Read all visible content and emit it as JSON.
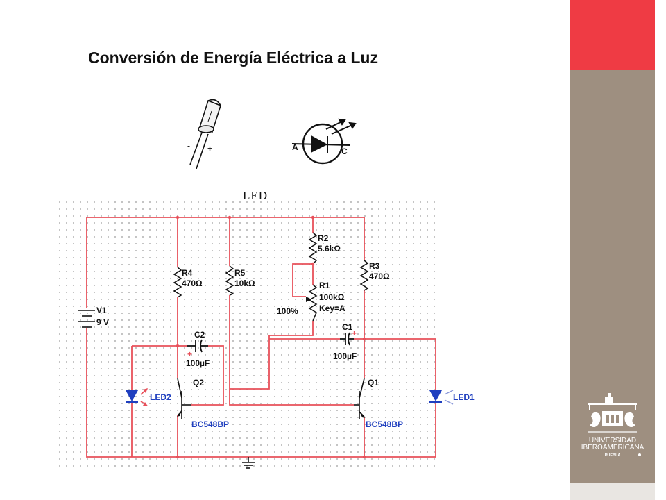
{
  "slide": {
    "title": "Conversión de Energía Eléctrica a Luz",
    "led_caption": "LED"
  },
  "symbol": {
    "anode_label": "A",
    "cathode_label": "C",
    "lead_minus": "-",
    "lead_plus": "+"
  },
  "circuit": {
    "v1_name": "V1",
    "v1_value": "9 V",
    "r4_name": "R4",
    "r4_value": "470Ω",
    "r5_name": "R5",
    "r5_value": "10kΩ",
    "r2_name": "R2",
    "r2_value": "5.6kΩ",
    "r1_name": "R1",
    "r1_value": "100kΩ",
    "r1_key": "Key=A",
    "r1_percent": "100%",
    "r3_name": "R3",
    "r3_value": "470Ω",
    "c2_name": "C2",
    "c2_value": "100µF",
    "c1_name": "C1",
    "c1_value": "100µF",
    "q2_name": "Q2",
    "q2_part": "BC548BP",
    "q1_name": "Q1",
    "q1_part": "BC548BP",
    "led2_name": "LED2",
    "led1_name": "LED1"
  },
  "logo": {
    "line1": "UNIVERSIDAD",
    "line2": "IBEROAMERICANA",
    "line3": "PUEBLA"
  },
  "colors": {
    "accent_red": "#ef3b44",
    "sidebar_taupe": "#9e8f80",
    "wire_red": "#e8505a",
    "led_blue": "#1f3fbf"
  }
}
